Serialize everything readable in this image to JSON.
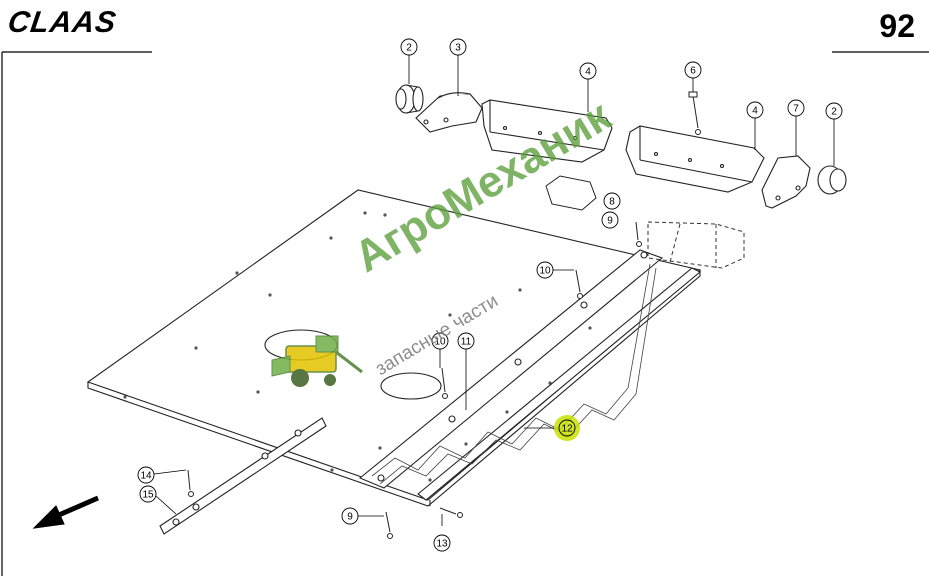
{
  "header": {
    "brand": "CLAAS",
    "page_number": "92"
  },
  "watermark": {
    "brand": "АгроМеханик",
    "subtitle": "запасные части",
    "icon": "combine-harvester-icon",
    "color": "#5c9e3a"
  },
  "callouts": [
    "2",
    "3",
    "4",
    "6",
    "4",
    "7",
    "2",
    "8",
    "9",
    "10",
    "10",
    "11",
    "12",
    "14",
    "15",
    "9",
    "13"
  ],
  "highlight_color": "#c8e000",
  "icons": {
    "direction": "arrow-down-left-icon"
  }
}
